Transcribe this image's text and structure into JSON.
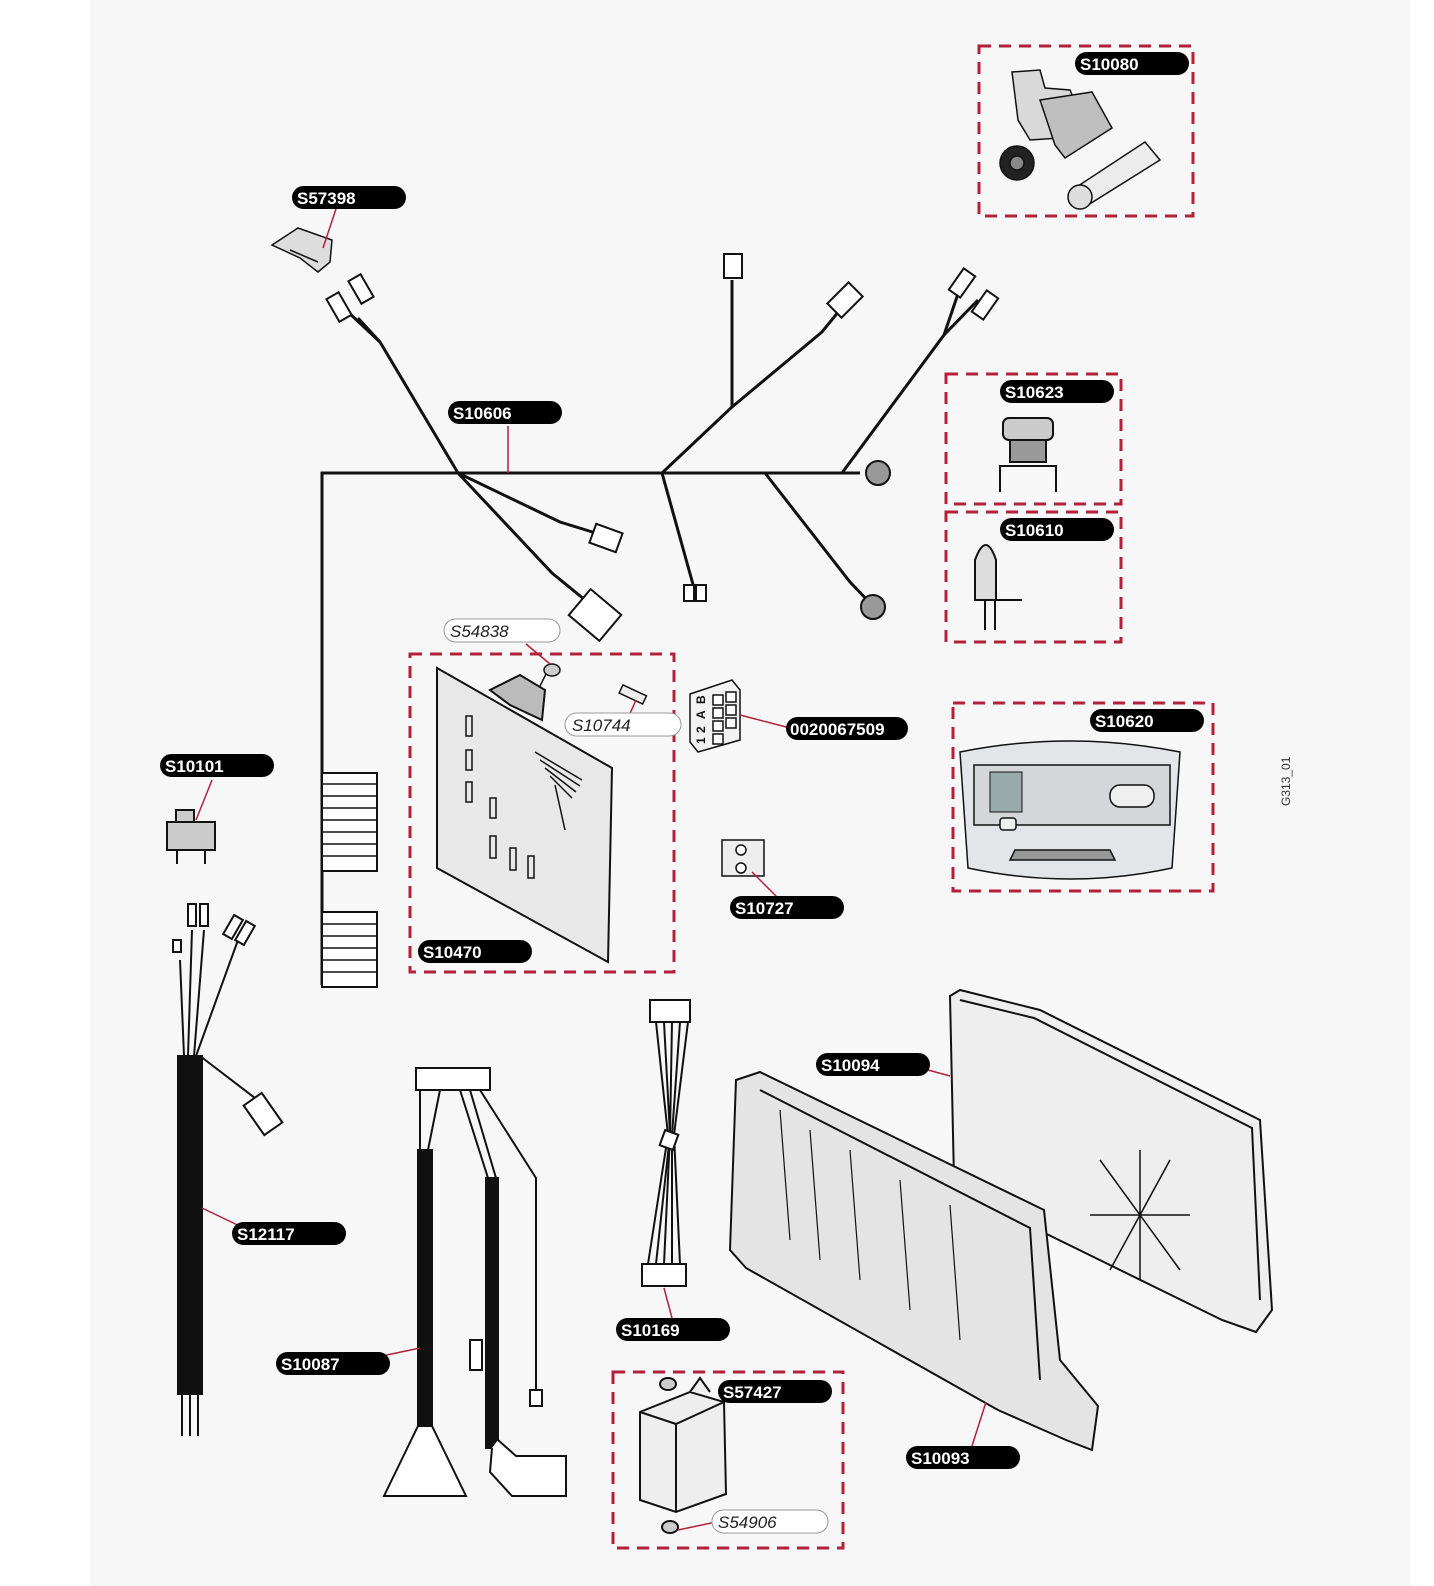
{
  "figure_id": "G313_01",
  "colors": {
    "dash_box": "#b3203a",
    "label_bg": "#000000",
    "label_text": "#ffffff",
    "line": "#111111"
  },
  "labels": {
    "s10080": "S10080",
    "s57398": "S57398",
    "s10606": "S10606",
    "s10623": "S10623",
    "s10610": "S10610",
    "s54838": "S54838",
    "s10744": "S10744",
    "p0020067509": "0020067509",
    "s10620": "S10620",
    "s10101": "S10101",
    "s10727": "S10727",
    "s10470": "S10470",
    "s10094": "S10094",
    "s12117": "S12117",
    "s10169": "S10169",
    "s10087": "S10087",
    "s57427": "S57427",
    "s10093": "S10093",
    "s54906": "S54906"
  },
  "connector_text": {
    "a": "A",
    "b": "B",
    "one": "1",
    "two": "2"
  }
}
